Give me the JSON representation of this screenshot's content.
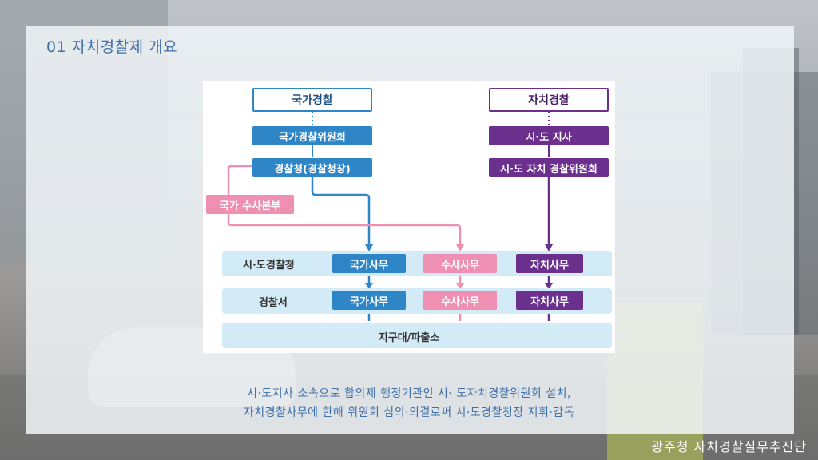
{
  "header": {
    "title": "01 자치경찰제 개요"
  },
  "diagram": {
    "national": {
      "label": "국가경찰",
      "committee": "국가경찰위원회",
      "agency": "경찰청(경찰청장)",
      "investigation": "국가 수사본부"
    },
    "local": {
      "label": "자치경찰",
      "governor": "시·도 지사",
      "committee": "시·도 자치 경찰위원회"
    },
    "rows": {
      "provincial": {
        "label": "시·도경찰청",
        "national_affairs": "국가사무",
        "investigation_affairs": "수사사무",
        "local_affairs": "자치사무"
      },
      "station": {
        "label": "경찰서",
        "national_affairs": "국가사무",
        "investigation_affairs": "수사사무",
        "local_affairs": "자치사무"
      },
      "substation": {
        "label": "지구대/파출소"
      }
    },
    "colors": {
      "national": "#2f86c6",
      "local": "#6b2f8e",
      "investigation": "#ef8fb1",
      "row_bg": "#d3eaf7"
    }
  },
  "caption": {
    "line1": "시·도지사 소속으로 합의제 행정기관인 시· 도자치경찰위원회 설치,",
    "line2": "자치경찰사무에 한해 위원회 심의·의결로써 시·도경찰청장 지휘·감독"
  },
  "footer": {
    "organization": "광주청 자치경찰실무추진단"
  }
}
